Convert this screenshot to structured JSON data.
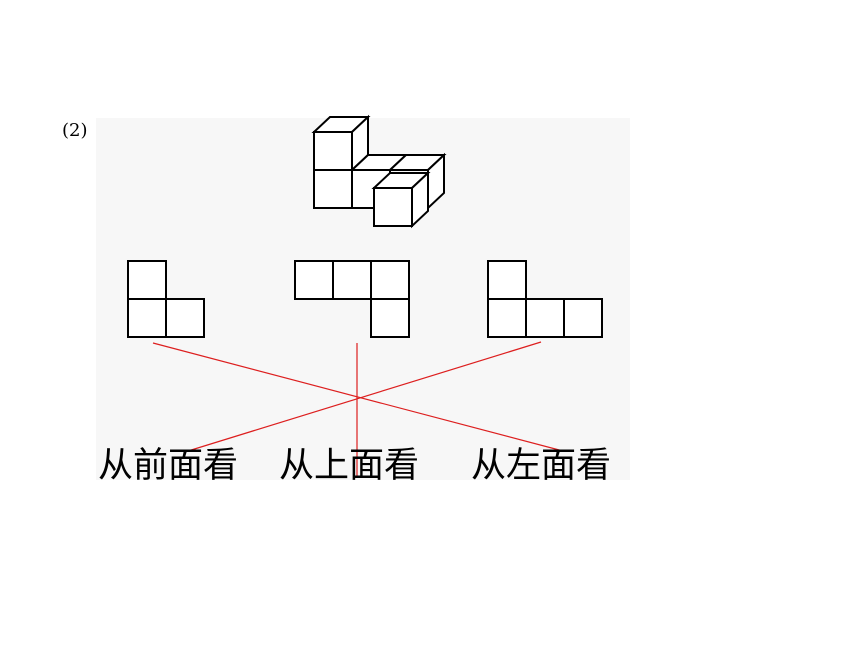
{
  "question_number": "(2)",
  "captions": {
    "front": "从前面看",
    "top": "从上面看",
    "left": "从左面看"
  },
  "colors": {
    "match_line": "#dd1f1f",
    "outline": "#000000"
  }
}
